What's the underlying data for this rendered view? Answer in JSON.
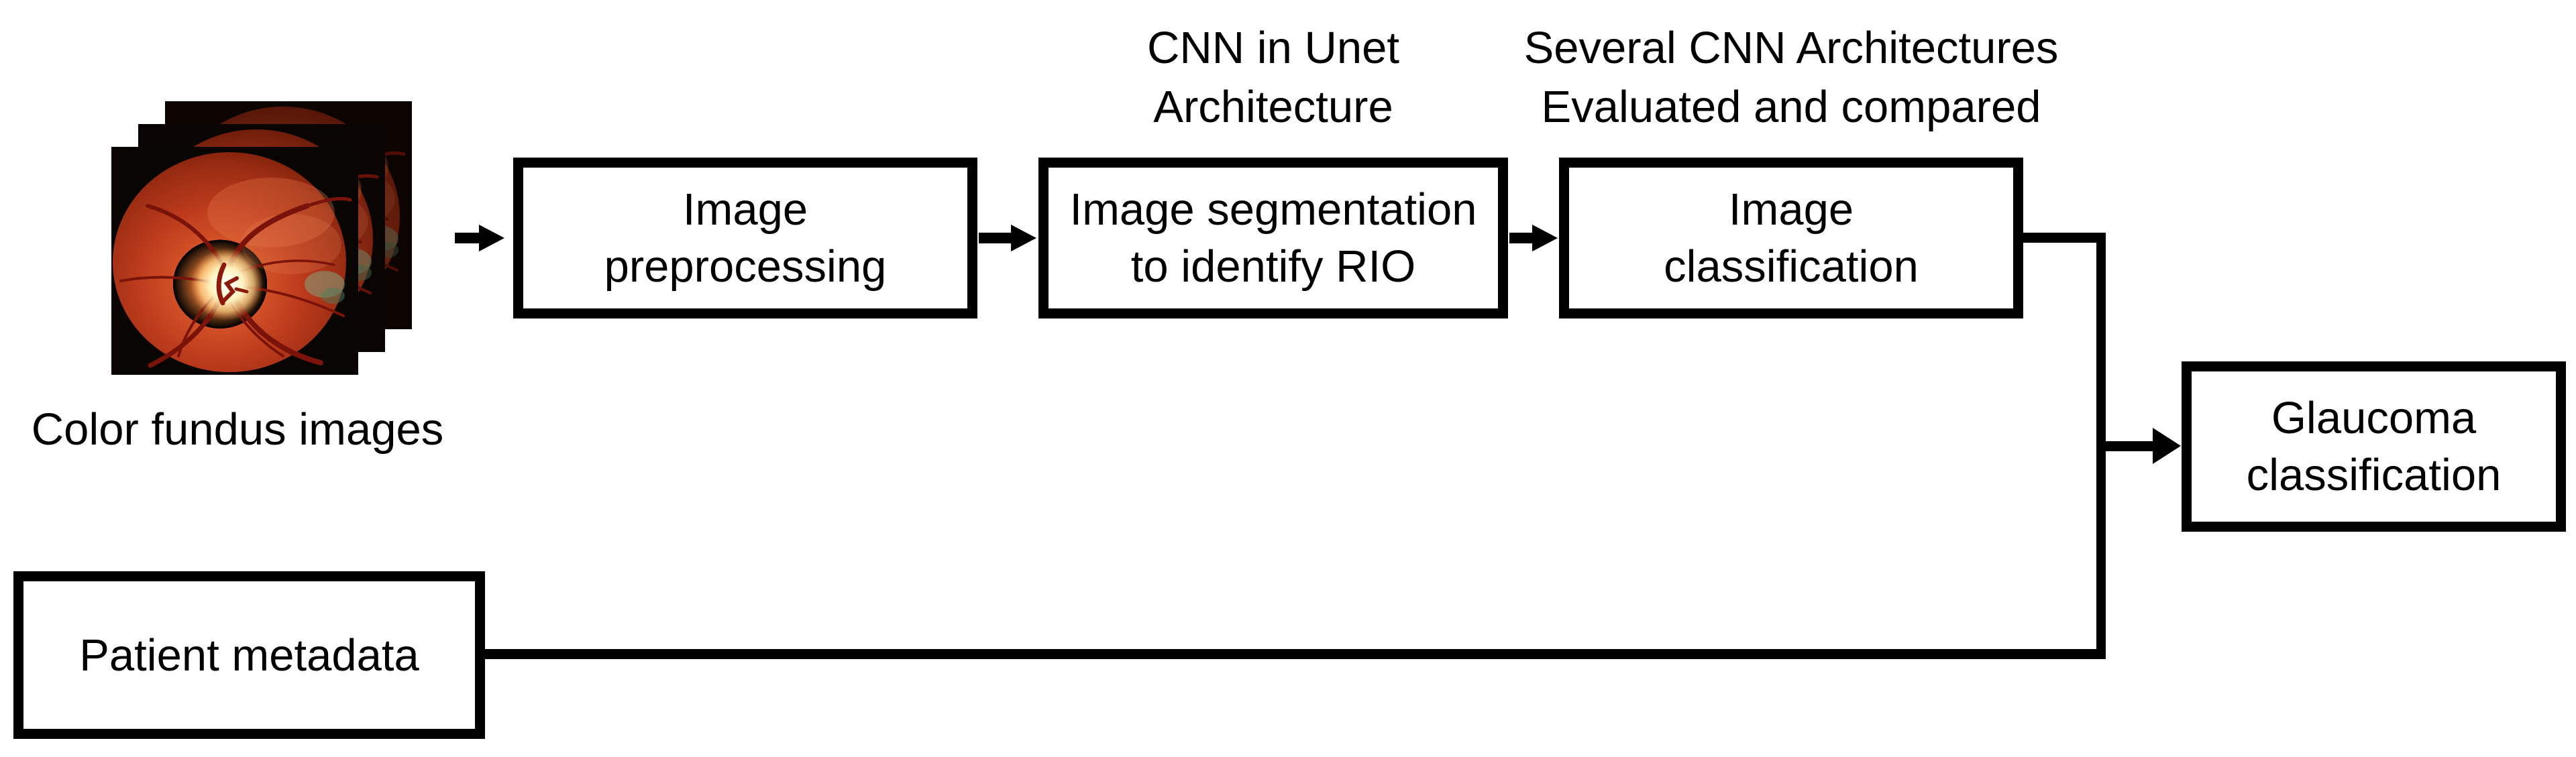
{
  "source": {
    "label": "Color fundus images"
  },
  "annotations": {
    "unet": {
      "line1": "CNN in Unet",
      "line2": "Architecture"
    },
    "cnn": {
      "line1": "Several CNN Architectures",
      "line2": "Evaluated and compared"
    }
  },
  "nodes": {
    "preprocessing": {
      "line1": "Image",
      "line2": "preprocessing"
    },
    "segmentation": {
      "line1": "Image segmentation",
      "line2": "to identify RIO"
    },
    "classification": {
      "line1": "Image",
      "line2": "classification"
    },
    "glaucoma": {
      "line1": "Glaucoma",
      "line2": "classification"
    },
    "patient": {
      "label": "Patient metadata"
    }
  },
  "colors": {
    "stroke": "#000000",
    "background": "#ffffff",
    "retina_rim": "#5e1206",
    "retina_mid": "#c74020",
    "optic_disc": "#ffffff",
    "vessel": "#7a140a",
    "green_smudge": "#6fae7f"
  }
}
